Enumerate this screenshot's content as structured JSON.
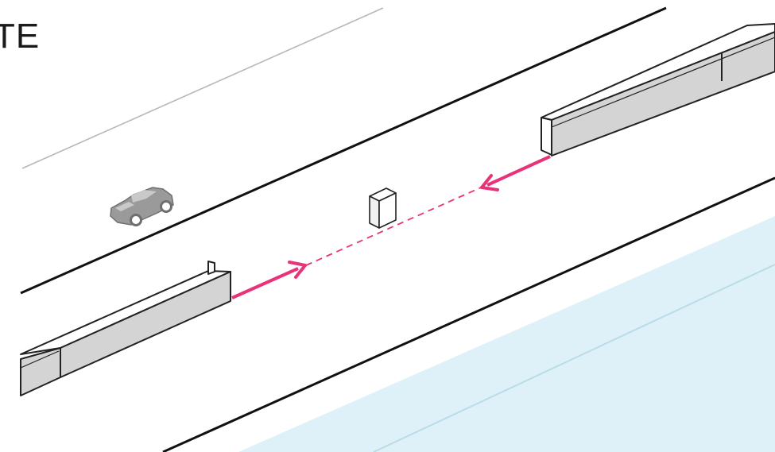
{
  "corner_label": "TE",
  "colors": {
    "water": "#dff1f8",
    "water_line": "#b9dce9",
    "road_line": "#111111",
    "faint_line": "#b8b8b8",
    "barrier_face": "#d4d4d4",
    "barrier_top": "#ffffff",
    "barrier_stroke": "#222222",
    "arrow": "#e8337a",
    "car": "#9a9a9a"
  },
  "icons": {
    "vehicle": "car-icon",
    "bollard": "bollard-box",
    "flow_arrows": "pink-arrow"
  }
}
